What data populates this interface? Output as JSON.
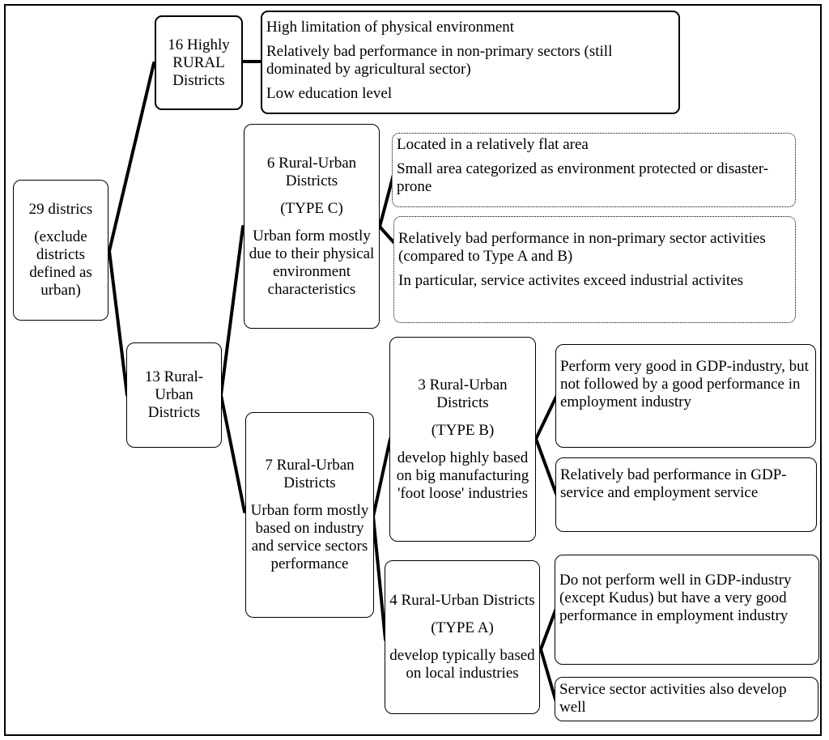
{
  "root": {
    "title": "29 districs",
    "note": "(exclude districts defined as urban)"
  },
  "rural": {
    "title": "16 Highly RURAL Districts",
    "features": [
      "High limitation of physical environment",
      "Relatively bad performance in non-primary sectors (still dominated by agricultural sector)",
      "Low education level"
    ]
  },
  "rural_urban": {
    "title": "13 Rural-Urban Districts"
  },
  "type_c": {
    "title": "6 Rural-Urban Districts",
    "type": "(TYPE C)",
    "desc": "Urban form mostly due to their physical environment characteristics",
    "box1": [
      "Located in a relatively flat area",
      "Small area categorized as environment protected or disaster-prone"
    ],
    "box2": [
      "Relatively bad performance in non-primary sector activities (compared to Type A and B)",
      "In particular, service activites exceed industrial activites"
    ]
  },
  "group7": {
    "title": "7 Rural-Urban Districts",
    "desc": "Urban form mostly based on industry and service sectors performance"
  },
  "type_b": {
    "title": "3 Rural-Urban Districts",
    "type": "(TYPE B)",
    "desc": "develop highly based on big manufacturing 'foot loose' industries",
    "box1": "Perform very good in GDP-industry, but not followed by a good performance in employment industry",
    "box2": "Relatively bad performance in GDP-service and employment service"
  },
  "type_a": {
    "title": "4 Rural-Urban Districts",
    "type": "(TYPE A)",
    "desc": "develop typically based on local industries",
    "box1": "Do not perform well in GDP-industry (except Kudus) but have a very good performance in employment industry",
    "box2": "Service sector activities also develop well"
  }
}
